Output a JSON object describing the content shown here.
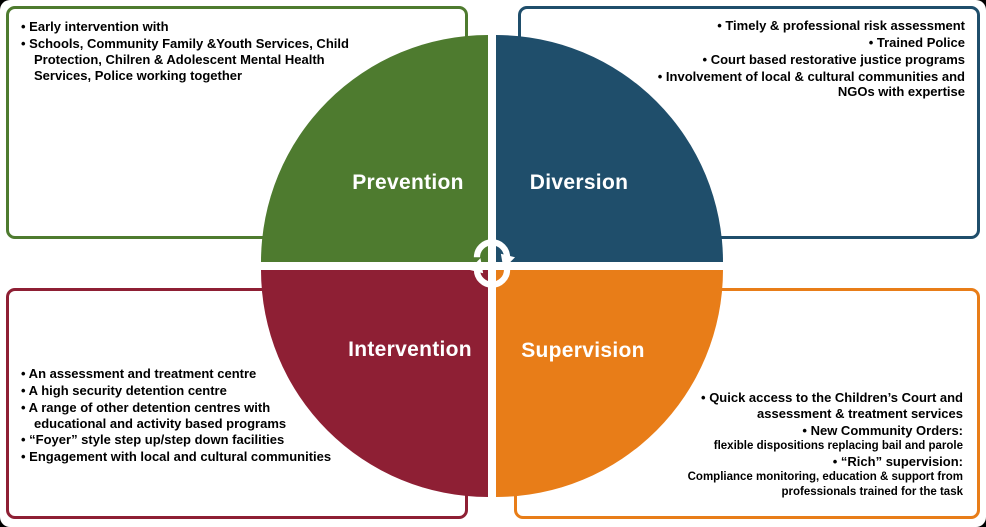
{
  "diagram_title": "Youth justice quadrant cycle",
  "quadrants": [
    {
      "id": "prevention",
      "label": "Prevention",
      "color": "#4e7b2f",
      "position": "top-left"
    },
    {
      "id": "diversion",
      "label": "Diversion",
      "color": "#1f4e6b",
      "position": "top-right"
    },
    {
      "id": "intervention",
      "label": "Intervention",
      "color": "#8e1f34",
      "position": "bottom-left"
    },
    {
      "id": "supervision",
      "label": "Supervision",
      "color": "#e87d18",
      "position": "bottom-right"
    }
  ],
  "boxes": {
    "prevention": {
      "border_color": "#4e7b2f",
      "align": "left",
      "items": [
        {
          "text": "Early intervention with"
        },
        {
          "text": "Schools, Community Family &Youth Services, Child Protection, Chilren & Adolescent Mental Health Services, Police working together"
        }
      ]
    },
    "diversion": {
      "border_color": "#1f4e6b",
      "align": "right",
      "items": [
        {
          "text": "Timely & professional risk assessment"
        },
        {
          "text": "Trained Police"
        },
        {
          "text": "Court based restorative justice programs"
        },
        {
          "text": "Involvement of local & cultural communities and NGOs with expertise"
        }
      ]
    },
    "intervention": {
      "border_color": "#8e1f34",
      "align": "left",
      "items": [
        {
          "text": "An assessment and treatment centre"
        },
        {
          "text": "A high security detention centre"
        },
        {
          "text": "A range of other detention centres with educational and activity based programs"
        },
        {
          "text": "“Foyer” style step up/step down facilities"
        },
        {
          "text": "Engagement with local and cultural communities"
        }
      ]
    },
    "supervision": {
      "border_color": "#e87d18",
      "align": "right",
      "items": [
        {
          "text": "Quick access to the Children’s Court and assessment & treatment services"
        },
        {
          "text": "New Community Orders:",
          "sub": "flexible dispositions replacing bail and parole"
        },
        {
          "text": "“Rich” supervision:",
          "sub": "Compliance monitoring, education & support from professionals trained for the task"
        }
      ]
    }
  },
  "center_icon": "cycle-arrows-icon",
  "bullet_char": "•"
}
